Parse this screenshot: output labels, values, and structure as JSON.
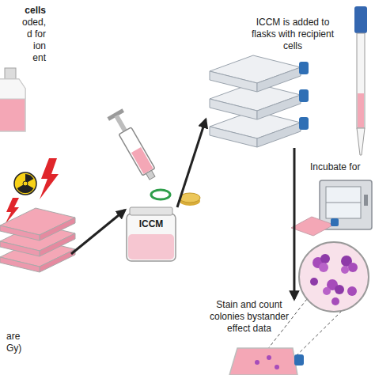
{
  "diagram": {
    "nodes": [
      {
        "text": [
          "are",
          "Gy)"
        ]
      },
      {
        "text": [
          "ICCM"
        ]
      },
      {
        "text": [
          "ICCM is added to flasks with recipient cells"
        ]
      },
      {
        "text": [
          "Stain and count colonies bystander effect data"
        ]
      }
    ],
    "edges": [
      {
        "from": 0,
        "to": 1,
        "arrow": "to"
      },
      {
        "from": 1,
        "to": 2,
        "arrow": "to"
      },
      {
        "from": 2,
        "to": 3,
        "arrow": "to"
      }
    ],
    "labels": [
      "cells",
      "oded,",
      "d for",
      "ion",
      "ent",
      "Incubate for"
    ]
  }
}
